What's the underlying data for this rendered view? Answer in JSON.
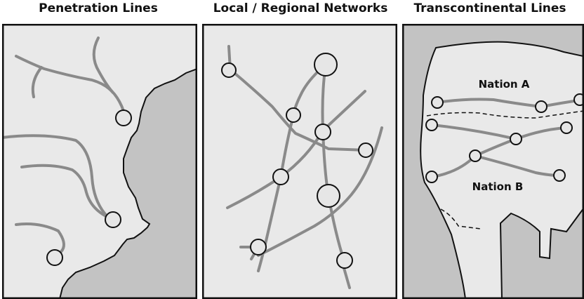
{
  "panels": [
    {
      "title": "Penetration Lines"
    },
    {
      "title": "Local / Regional Networks"
    },
    {
      "title": "Transcontinental Lines",
      "labels": {
        "nation_a": "Nation A",
        "nation_b": "Nation B"
      }
    }
  ],
  "colors": {
    "land": "#e9e9e9",
    "sea": "#c3c3c3",
    "route": "#8a8a8a",
    "node_fill": "#e6e6e6",
    "outline": "#111111"
  }
}
